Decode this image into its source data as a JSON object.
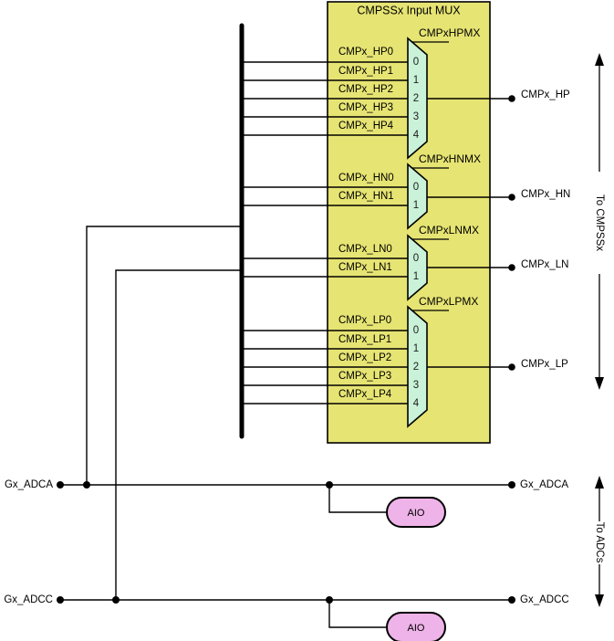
{
  "diagram": {
    "title": "CMPSSx Input MUX",
    "panel": {
      "fill": "#e6e473",
      "stroke": "#000000"
    },
    "mux_fill": "#c9f2d9",
    "aio_fill": "#eeb3e8",
    "muxes": [
      {
        "name": "CMPxHPMX",
        "inputs": [
          "CMPx_HP0",
          "CMPx_HP1",
          "CMPx_HP2",
          "CMPx_HP3",
          "CMPx_HP4"
        ],
        "indices": [
          "0",
          "1",
          "2",
          "3",
          "4"
        ],
        "output": "CMPx_HP"
      },
      {
        "name": "CMPxHNMX",
        "inputs": [
          "CMPx_HN0",
          "CMPx_HN1"
        ],
        "indices": [
          "0",
          "1"
        ],
        "output": "CMPx_HN"
      },
      {
        "name": "CMPxLNMX",
        "inputs": [
          "CMPx_LN0",
          "CMPx_LN1"
        ],
        "indices": [
          "0",
          "1"
        ],
        "output": "CMPx_LN"
      },
      {
        "name": "CMPxLPMX",
        "inputs": [
          "CMPx_LP0",
          "CMPx_LP1",
          "CMPx_LP2",
          "CMPx_LP3",
          "CMPx_LP4"
        ],
        "indices": [
          "0",
          "1",
          "2",
          "3",
          "4"
        ],
        "output": "CMPx_LP"
      }
    ],
    "annotations": {
      "to_cmpssx": "To CMPSSx",
      "to_adcs": "To ADCs"
    },
    "adc_rows": [
      {
        "left_label": "Gx_ADCA",
        "right_label": "Gx_ADCA",
        "block": "AIO"
      },
      {
        "left_label": "Gx_ADCC",
        "right_label": "Gx_ADCC",
        "block": "AIO"
      }
    ]
  }
}
